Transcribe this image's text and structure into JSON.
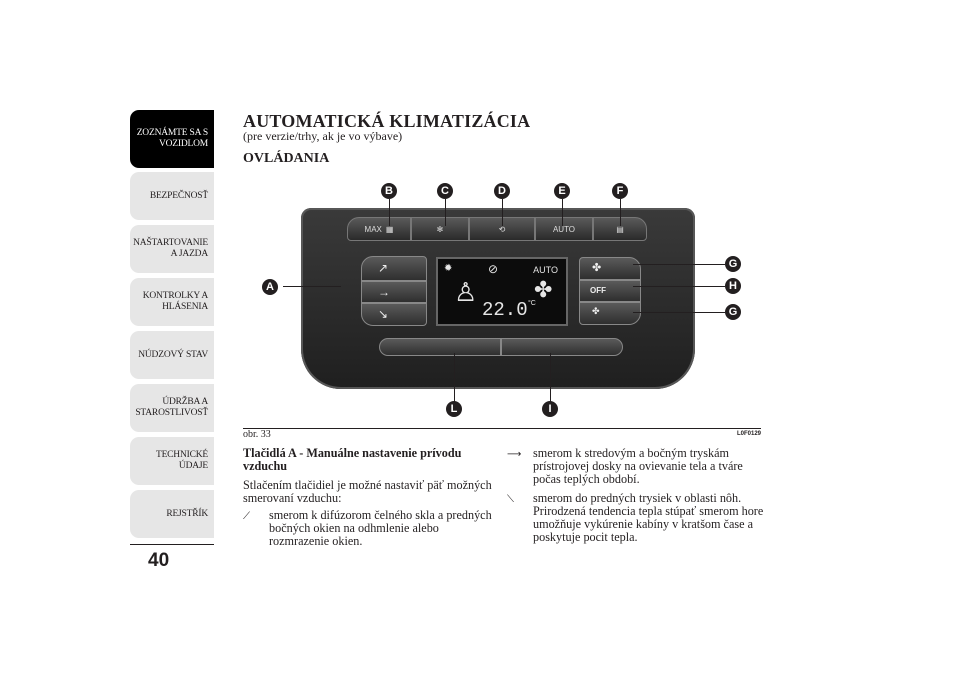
{
  "sidebar": {
    "tabs": [
      {
        "label_lines": [
          "ZOZNÁMTE SA S",
          "VOZIDLOM"
        ],
        "active": true
      },
      {
        "label_lines": [
          "BEZPEČNOSŤ"
        ],
        "active": false
      },
      {
        "label_lines": [
          "NAŠTARTOVANIE",
          "A JAZDA"
        ],
        "active": false
      },
      {
        "label_lines": [
          "KONTROLKY A",
          "HLÁSENIA"
        ],
        "active": false
      },
      {
        "label_lines": [
          "NÚDZOVÝ STAV"
        ],
        "active": false
      },
      {
        "label_lines": [
          "ÚDRŽBA A",
          "STAROSTLIVOSŤ"
        ],
        "active": false
      },
      {
        "label_lines": [
          "TECHNICKÉ",
          "ÚDAJE"
        ],
        "active": false
      },
      {
        "label_lines": [
          "REJSTŘÍK"
        ],
        "active": false
      }
    ],
    "page_number": "40"
  },
  "header": {
    "title": "AUTOMATICKÁ KLIMATIZÁCIA",
    "subtitle": "(pre verzie/trhy, ak je vo výbave)",
    "section": "OVLÁDANIA"
  },
  "figure": {
    "caption": "obr. 33",
    "code": "L0F0129",
    "callouts": {
      "a": "A",
      "b": "B",
      "c": "C",
      "d": "D",
      "e": "E",
      "f": "F",
      "g1": "G",
      "h": "H",
      "g2": "G",
      "l": "L",
      "i": "I"
    },
    "panel": {
      "max_label": "MAX",
      "auto_button": "AUTO",
      "display_auto": "AUTO",
      "display_temp": "22.0",
      "display_unit": "°C",
      "off_label": "OFF"
    }
  },
  "body": {
    "heading": "Tlačidlá A - Manuálne nastavenie prívodu vzduchu",
    "intro": "Stlačením tlačidiel je možné nastaviť päť možných smerovaní vzduchu:",
    "item1": "smerom k difúzorom čelného skla a predných bočných okien na odhmlenie alebo rozmrazenie okien.",
    "item2": "smerom k stredovým a bočným tryskám prístrojovej dosky na ovievanie tela a tváre počas teplých období.",
    "item3": "smerom do predných trysiek v oblasti nôh. Prirodzená tendencia tepla stúpať smerom hore umožňuje vykúrenie kabíny v kratšom čase a poskytuje pocit tepla."
  }
}
